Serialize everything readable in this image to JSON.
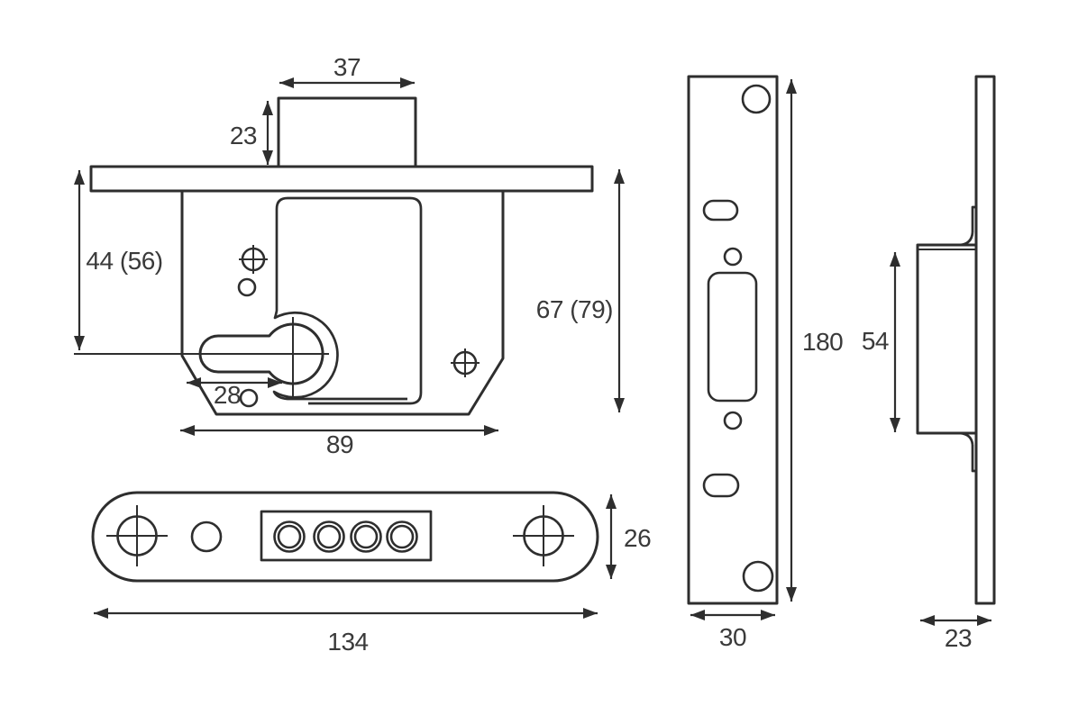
{
  "drawing": {
    "colors": {
      "background": "#ffffff",
      "line": "#2e2e2e",
      "text": "#3a3a3a"
    },
    "views": {
      "body_side": {
        "dims": {
          "bolt_width": "37",
          "bolt_height": "23",
          "top_to_centre": "44 (56)",
          "case_height": "67 (79)",
          "edge_to_centre": "28",
          "case_width": "89"
        }
      },
      "faceplate_front": {
        "dims": {
          "height": "26",
          "width": "134"
        }
      },
      "forend_front": {
        "dims": {
          "height": "180",
          "width": "30"
        }
      },
      "side_profile": {
        "dims": {
          "case_height": "54",
          "depth": "23"
        }
      }
    }
  }
}
